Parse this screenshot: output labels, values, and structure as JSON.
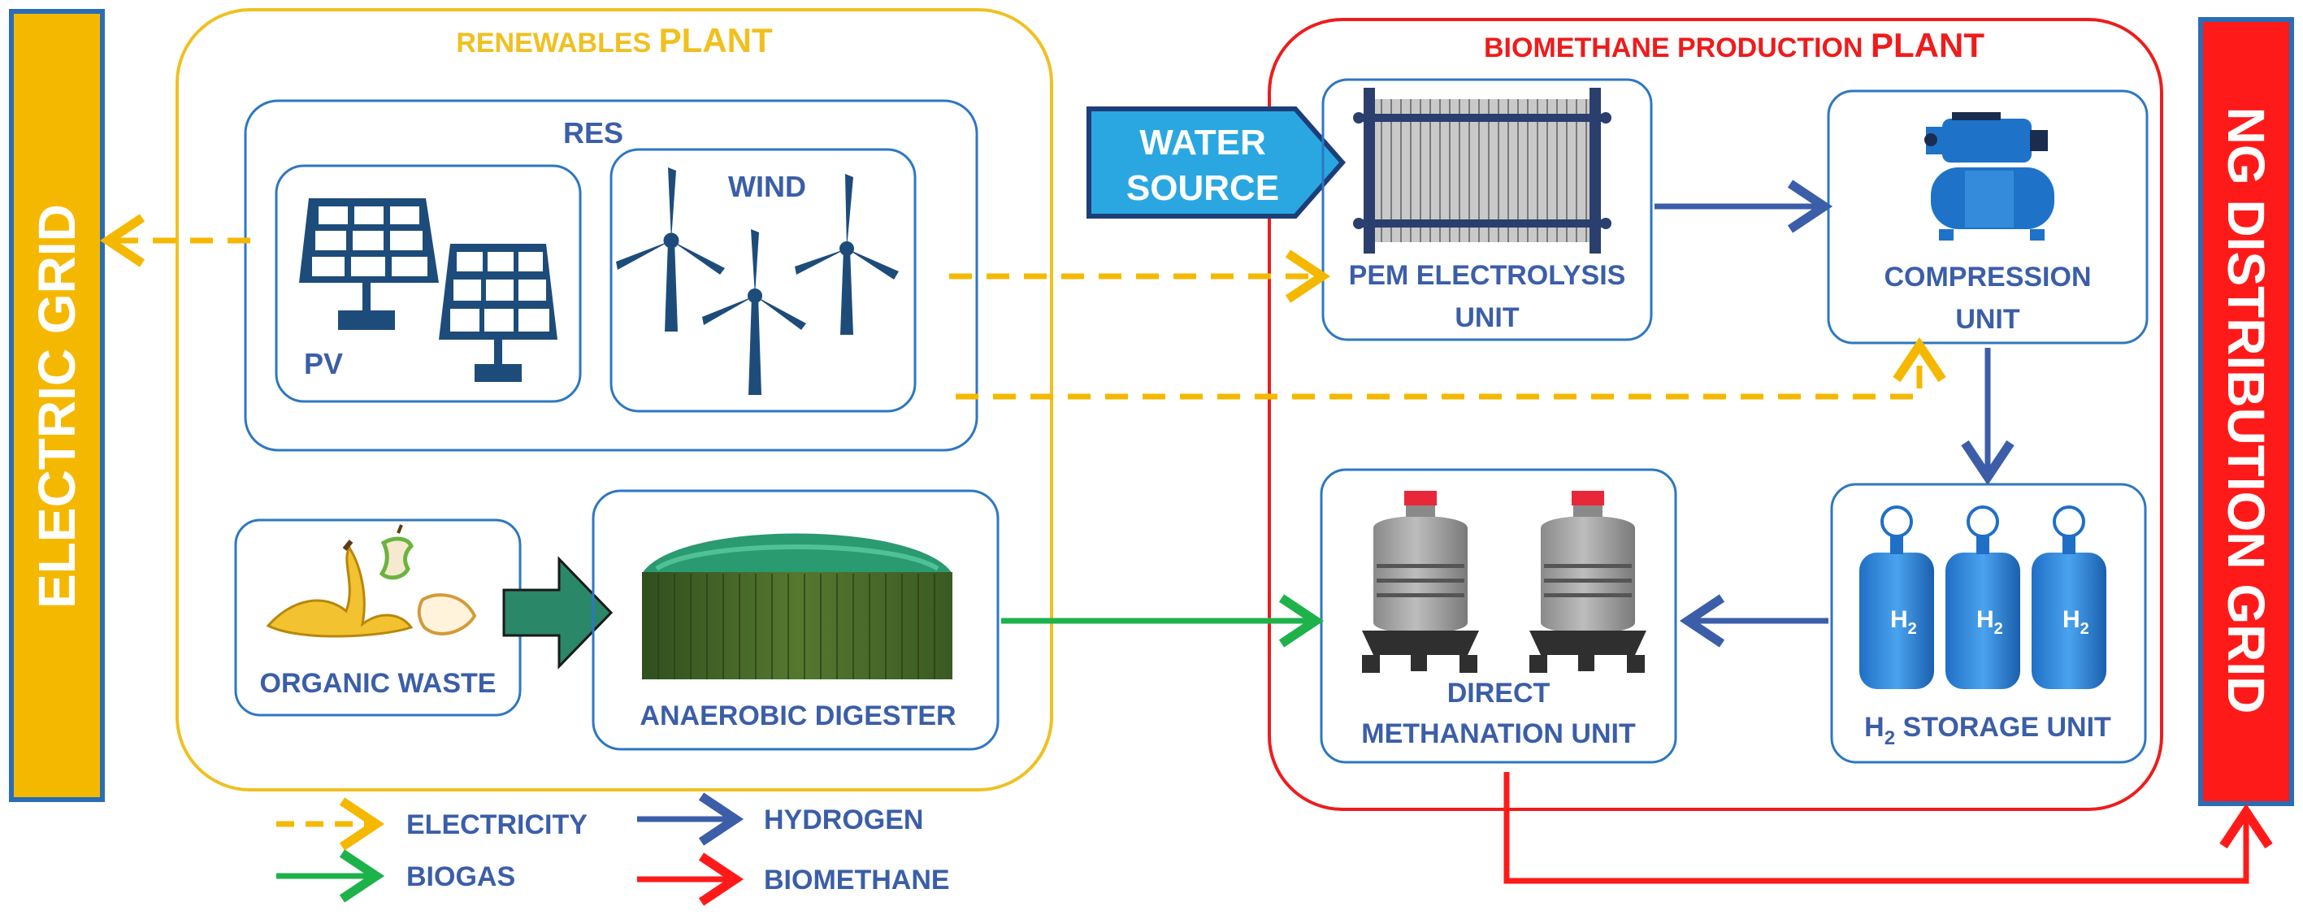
{
  "side_bars": {
    "left_label": "ELECTRIC GRID",
    "right_label": "NG DISTRIBUTION GRID"
  },
  "renewables_plant": {
    "title_prefix": "RENEWABLES ",
    "title_suffix": "PLANT",
    "res": {
      "label": "RES",
      "pv_label": "PV",
      "wind_label": "WIND"
    },
    "organic_waste_label": "ORGANIC WASTE",
    "anaerobic_digester_label": "ANAEROBIC DIGESTER"
  },
  "biomethane_plant": {
    "title_prefix": "BIOMETHANE PRODUCTION ",
    "title_suffix": "PLANT",
    "water_source": {
      "line1": "WATER",
      "line2": "SOURCE"
    },
    "pem_unit": {
      "line1": "PEM ELECTROLYSIS",
      "line2": "UNIT"
    },
    "compression_unit": {
      "line1": "COMPRESSION",
      "line2": "UNIT"
    },
    "storage_unit": {
      "prefix": "H",
      "subscript": "2",
      "suffix": " STORAGE UNIT",
      "tank_label": "H",
      "tank_sub": "2"
    },
    "methanation_unit": {
      "line1": "DIRECT",
      "line2": "METHANATION UNIT"
    }
  },
  "legend": {
    "electricity": "ELECTRICITY",
    "hydrogen": "HYDROGEN",
    "biogas": "BIOGAS",
    "biomethane": "BIOMETHANE"
  },
  "colors": {
    "electricity": "#f5b800",
    "hydrogen": "#3c5ea9",
    "biogas": "#1db24a",
    "biomethane": "#ff1a1a",
    "renewables_border": "#f0c020",
    "biomethane_border": "#ee1c1c",
    "unit_border": "#2e77c2",
    "label_text": "#3b5ea8"
  }
}
